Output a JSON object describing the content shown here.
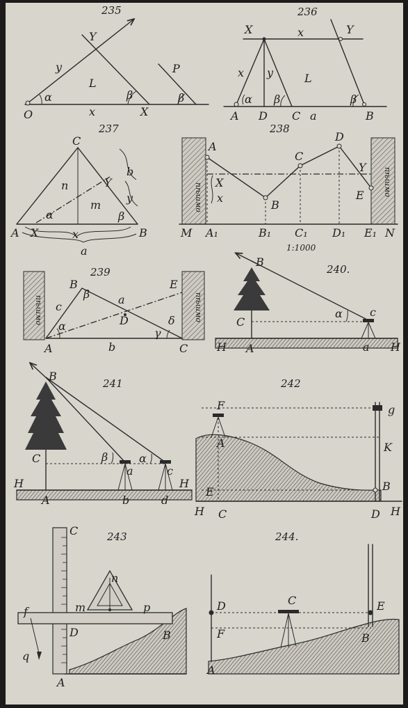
{
  "figures": [
    {
      "number": "235",
      "labels": [
        "y",
        "L",
        "P",
        "α",
        "β",
        "β",
        "O",
        "x",
        "X",
        "Y"
      ]
    },
    {
      "number": "236",
      "labels": [
        "X",
        "x",
        "Y",
        "x",
        "y",
        "L",
        "α",
        "β",
        "β",
        "A",
        "D",
        "C",
        "a",
        "B"
      ]
    },
    {
      "number": "237",
      "labels": [
        "C",
        "b",
        "n",
        "Y",
        "m",
        "y",
        "α",
        "β",
        "A",
        "X",
        "x",
        "B",
        "a"
      ]
    },
    {
      "number": "238",
      "labels": [
        "A",
        "C",
        "D",
        "X",
        "x",
        "Y",
        "B",
        "E",
        "M",
        "A₁",
        "B₁",
        "C₁",
        "D₁",
        "E₁",
        "N"
      ],
      "wall_text": "пѣшмо",
      "scale": "1:1000"
    },
    {
      "number": "239",
      "labels": [
        "B",
        "β",
        "a",
        "E",
        "c",
        "D",
        "δ",
        "α",
        "A",
        "b",
        "γ",
        "C"
      ],
      "wall_text": "пѣшмо"
    },
    {
      "number": "240.",
      "labels": [
        "B",
        "C",
        "α",
        "c",
        "H",
        "A",
        "a",
        "H"
      ]
    },
    {
      "number": "241",
      "labels": [
        "B",
        "C",
        "β",
        "α",
        "a",
        "c",
        "H",
        "A",
        "b",
        "d",
        "H"
      ]
    },
    {
      "number": "242",
      "labels": [
        "F",
        "g",
        "K",
        "A",
        "E",
        "B",
        "H",
        "C",
        "D",
        "H"
      ]
    },
    {
      "number": "243",
      "labels": [
        "C",
        "n",
        "m",
        "p",
        "f",
        "D",
        "B",
        "q",
        "A"
      ]
    },
    {
      "number": "244.",
      "labels": [
        "D",
        "C",
        "E",
        "F",
        "A",
        "B"
      ]
    }
  ]
}
